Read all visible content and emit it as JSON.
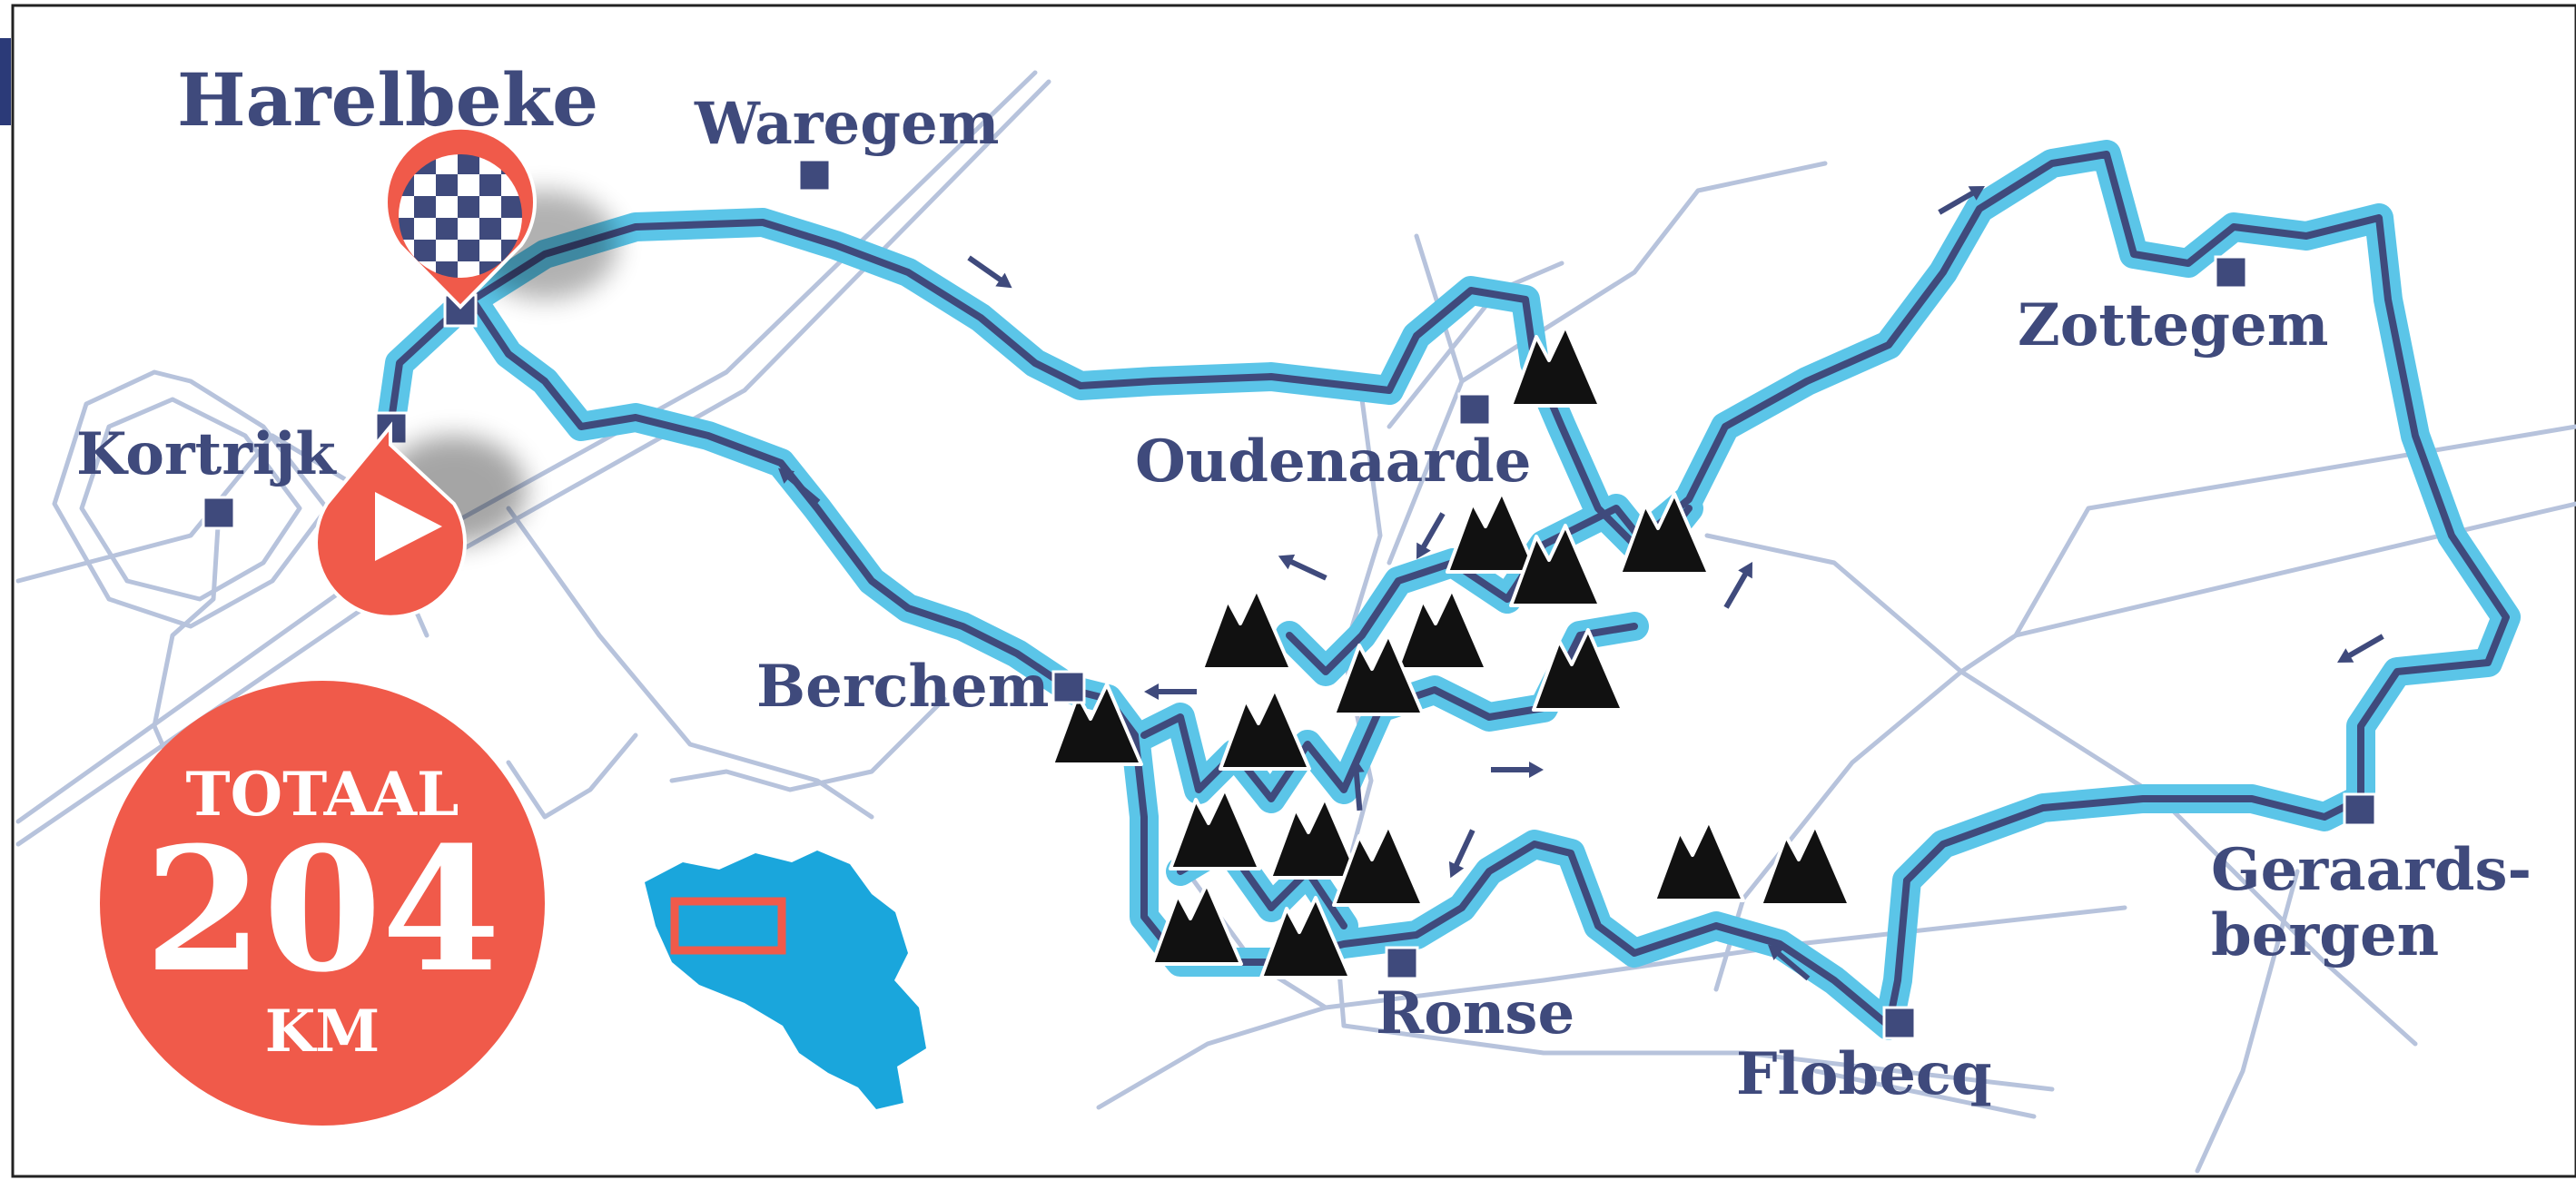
{
  "start_town": "Harelbeke",
  "towns": [
    {
      "id": "waregem",
      "name": "Waregem"
    },
    {
      "id": "kortrijk",
      "name": "Kortrijk"
    },
    {
      "id": "oudenaarde",
      "name": "Oudenaarde"
    },
    {
      "id": "berchem",
      "name": "Berchem"
    },
    {
      "id": "ronse",
      "name": "Ronse"
    },
    {
      "id": "flobecq",
      "name": "Flobecq"
    },
    {
      "id": "zottegem",
      "name": "Zottegem"
    },
    {
      "id": "geraardsbergen_1",
      "name": "Geraards-"
    },
    {
      "id": "geraardsbergen_2",
      "name": "bergen"
    }
  ],
  "total": {
    "label": "TOTAAL",
    "value": "204",
    "unit": "KM"
  },
  "colors": {
    "route_glow": "#5bc5e8",
    "route_line": "#3f4a7c",
    "roads": "#b7c3dc",
    "badge": "#f05a4a",
    "town_marker": "#3f4a7c",
    "belgium": "#1aa6dc"
  },
  "icons": {
    "start": "play-icon",
    "finish": "checkered-flag-icon",
    "climb": "mountain-icon"
  }
}
